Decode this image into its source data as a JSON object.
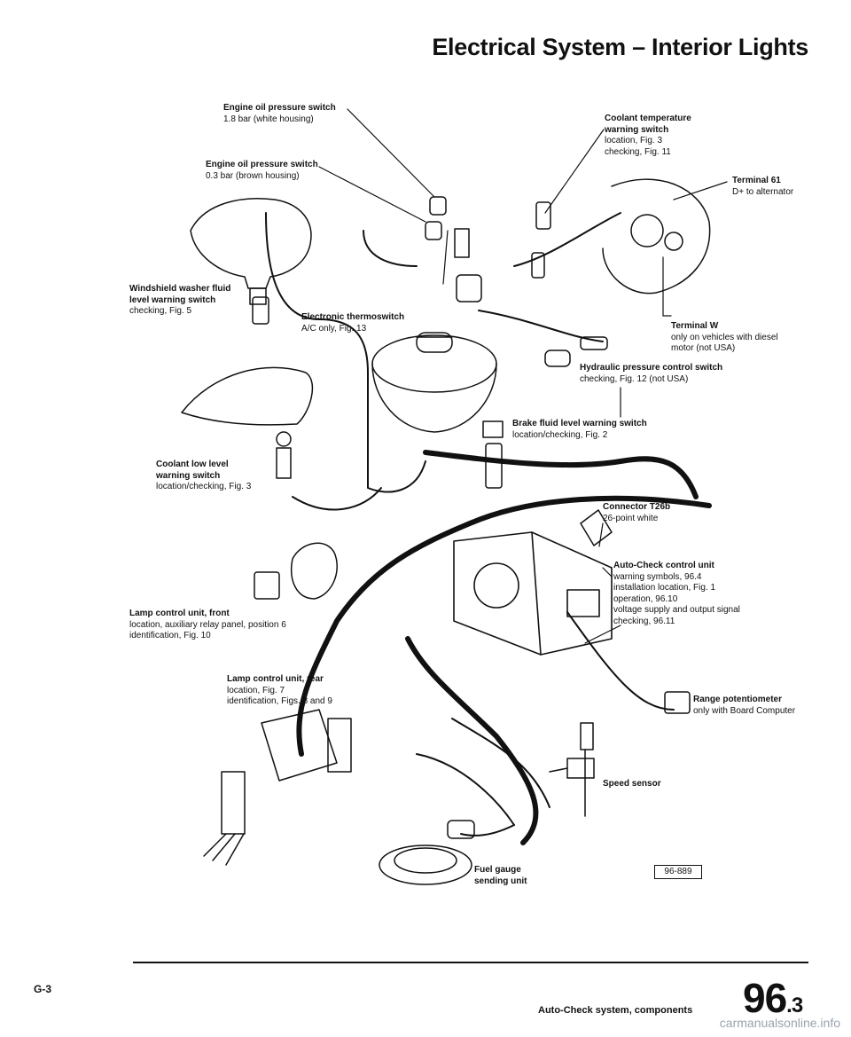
{
  "header": {
    "title": "Electrical System – Interior Lights"
  },
  "labels": {
    "oil_press_18": {
      "title": "Engine oil pressure switch",
      "lines": [
        "1.8 bar (white housing)"
      ]
    },
    "oil_press_03": {
      "title": "Engine oil pressure switch",
      "lines": [
        "0.3 bar (brown housing)"
      ]
    },
    "coolant_temp": {
      "title": "Coolant temperature warning switch",
      "lines": [
        "location, Fig. 3",
        "checking, Fig. 11"
      ]
    },
    "terminal_61": {
      "title": "Terminal 61",
      "lines": [
        "D+ to alternator"
      ]
    },
    "windshield": {
      "title": "Windshield washer fluid level warning switch",
      "lines": [
        "checking, Fig. 5"
      ]
    },
    "thermoswitch": {
      "title": "Electronic thermoswitch",
      "lines": [
        "A/C only, Fig. 13"
      ]
    },
    "terminal_w": {
      "title": "Terminal W",
      "lines": [
        "only on vehicles with diesel",
        "motor (not USA)"
      ]
    },
    "hydraulic": {
      "title": "Hydraulic pressure control switch",
      "lines": [
        "checking, Fig. 12 (not USA)"
      ]
    },
    "brake_fluid": {
      "title": "Brake fluid level warning switch",
      "lines": [
        "location/checking, Fig. 2"
      ]
    },
    "coolant_low": {
      "title": "Coolant low level warning switch",
      "lines": [
        "location/checking, Fig. 3"
      ]
    },
    "connector": {
      "title": "Connector T26b",
      "lines": [
        "26-point white"
      ]
    },
    "autocheck": {
      "title": "Auto-Check control unit",
      "lines": [
        "warning symbols, 96.4",
        "installation location, Fig. 1",
        "operation, 96.10",
        "voltage supply and output signal",
        "checking, 96.11"
      ]
    },
    "lamp_front": {
      "title": "Lamp control unit, front",
      "lines": [
        "location, auxiliary relay panel, position 6",
        "identification, Fig. 10"
      ]
    },
    "lamp_rear": {
      "title": "Lamp control unit, rear",
      "lines": [
        "location, Fig. 7",
        "identification, Figs. 8 and 9"
      ]
    },
    "range_pot": {
      "title": "Range potentiometer",
      "lines": [
        "only with Board Computer"
      ]
    },
    "speed": {
      "title": "Speed sensor",
      "lines": []
    },
    "fuel": {
      "title": "Fuel gauge sending unit",
      "lines": []
    }
  },
  "figure_number": "96-889",
  "footer": {
    "left": "G-3",
    "center": "Auto-Check system, components",
    "section_main": "96",
    "section_sub": ".3",
    "watermark": "carmanualsonline.info"
  }
}
